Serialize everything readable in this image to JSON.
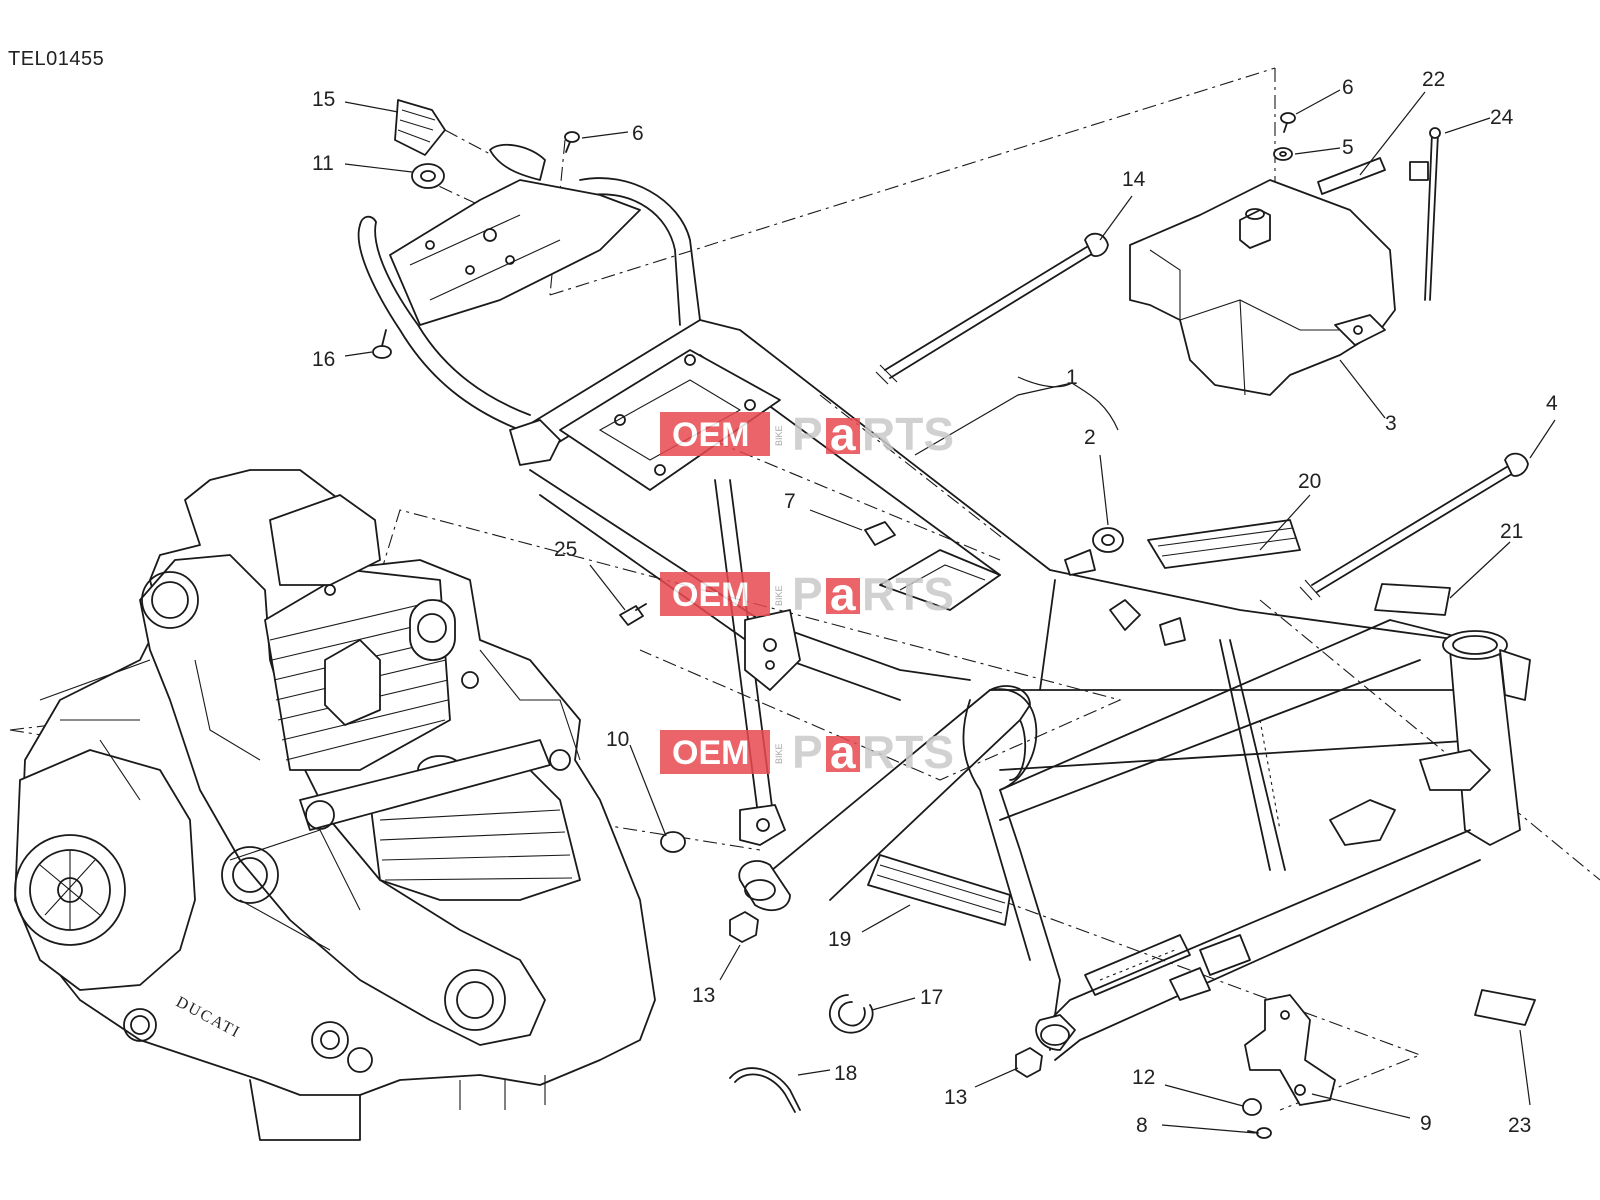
{
  "diagram_code": "TEL01455",
  "callouts": [
    "15",
    "11",
    "6",
    "16",
    "6",
    "5",
    "22",
    "24",
    "14",
    "3",
    "1",
    "2",
    "4",
    "7",
    "20",
    "21",
    "25",
    "10",
    "13",
    "19",
    "17",
    "18",
    "13",
    "12",
    "8",
    "9",
    "23"
  ],
  "watermark": {
    "oem": "OEM",
    "bike": "BIKE",
    "p": "P",
    "a": "a",
    "rts": "RTS",
    "color": "#e8494f"
  },
  "engine_brand": "DUCATI"
}
